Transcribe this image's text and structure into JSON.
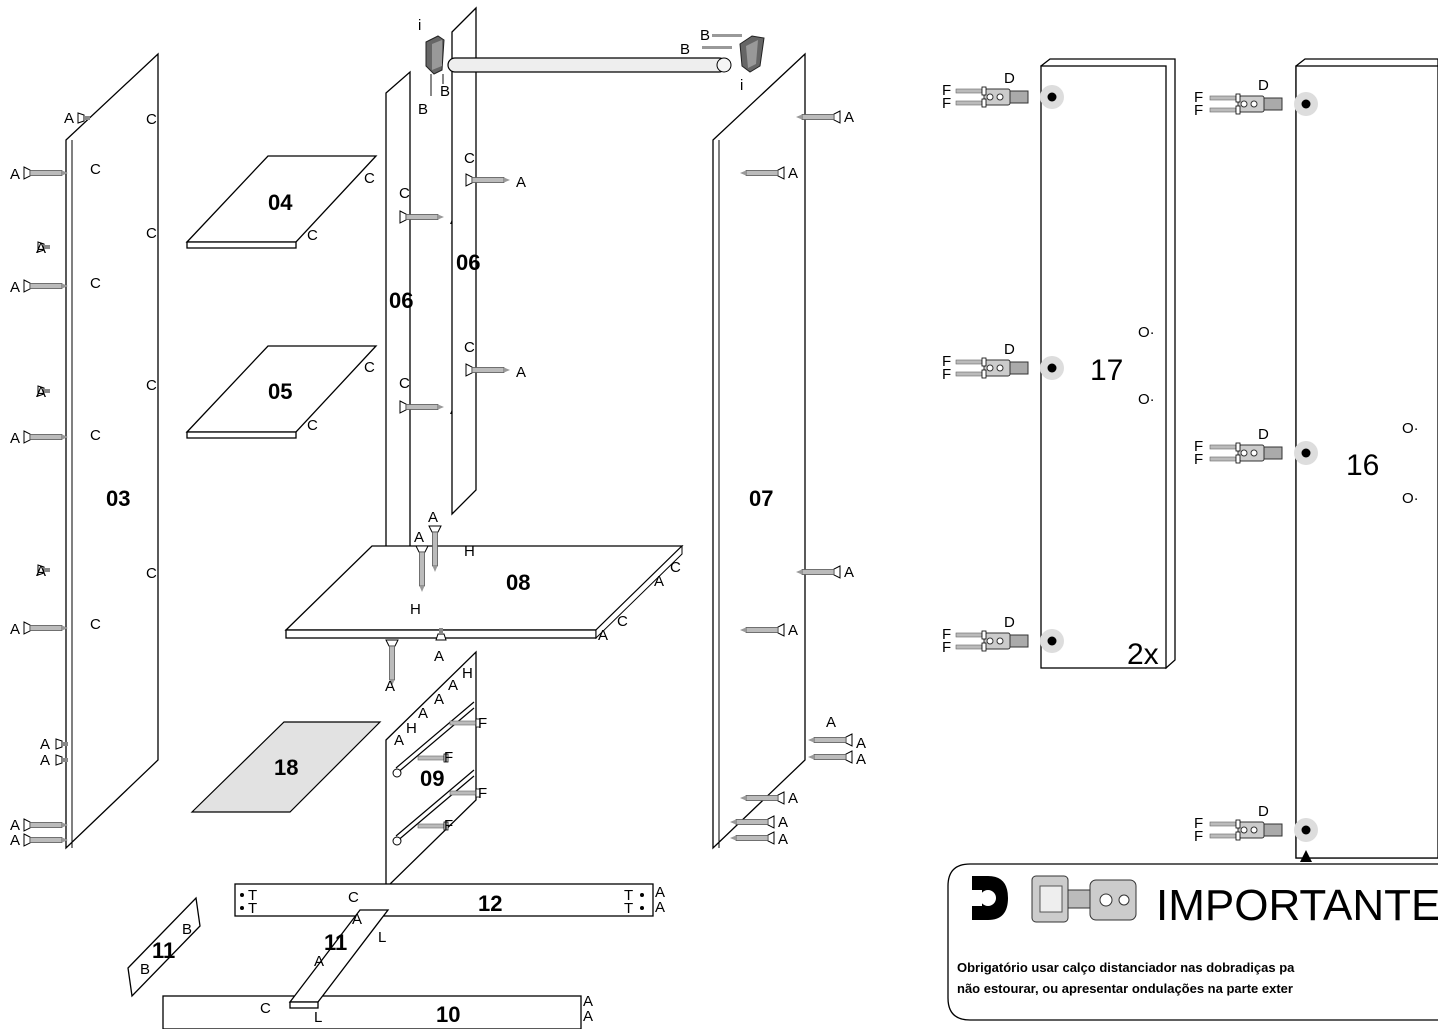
{
  "labels": {
    "p03": "03",
    "p04": "04",
    "p05": "05",
    "p06a": "06",
    "p06b": "06",
    "p07": "07",
    "p08": "08",
    "p09": "09",
    "p10": "10",
    "p11a": "11",
    "p11b": "11",
    "p12": "12",
    "p16": "16",
    "p17": "17",
    "p18": "18"
  },
  "fittings": {
    "A": "A",
    "B": "B",
    "C": "C",
    "D": "D",
    "F": "F",
    "H": "H",
    "I": "i",
    "L": "L",
    "T": "T",
    "O": "O·"
  },
  "quantity": "2x",
  "important": {
    "title": "IMPORTANTE",
    "line1": "Obrigatório usar calço distanciador nas dobradiças pa",
    "line2": "não estourar, ou apresentar ondulações  na parte exter"
  },
  "icons": {
    "warning": "warning-sign-icon",
    "hinge": "hinge-icon",
    "screw": "screw-icon"
  }
}
